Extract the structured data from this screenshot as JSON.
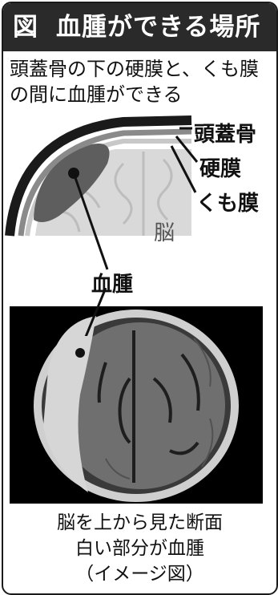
{
  "title": {
    "figure_label": "図",
    "text": "血腫ができる場所"
  },
  "description": {
    "line1": "頭蓋骨の下の硬膜と、くも膜",
    "line2": "の間に血腫ができる"
  },
  "diagram_labels": {
    "skull": "頭蓋骨",
    "dura": "硬膜",
    "arachnoid": "くも膜",
    "brain": "脳",
    "hematoma": "血腫"
  },
  "caption": {
    "line1": "脳を上から見た断面",
    "line2": "白い部分が血腫",
    "line3": "（イメージ図）"
  },
  "colors": {
    "title_bar": "#2a2a2a",
    "skull": "#1a1a1a",
    "dura": "#8a8a8a",
    "hematoma": "#5e5e5e",
    "brain": "#d9d9d9"
  }
}
